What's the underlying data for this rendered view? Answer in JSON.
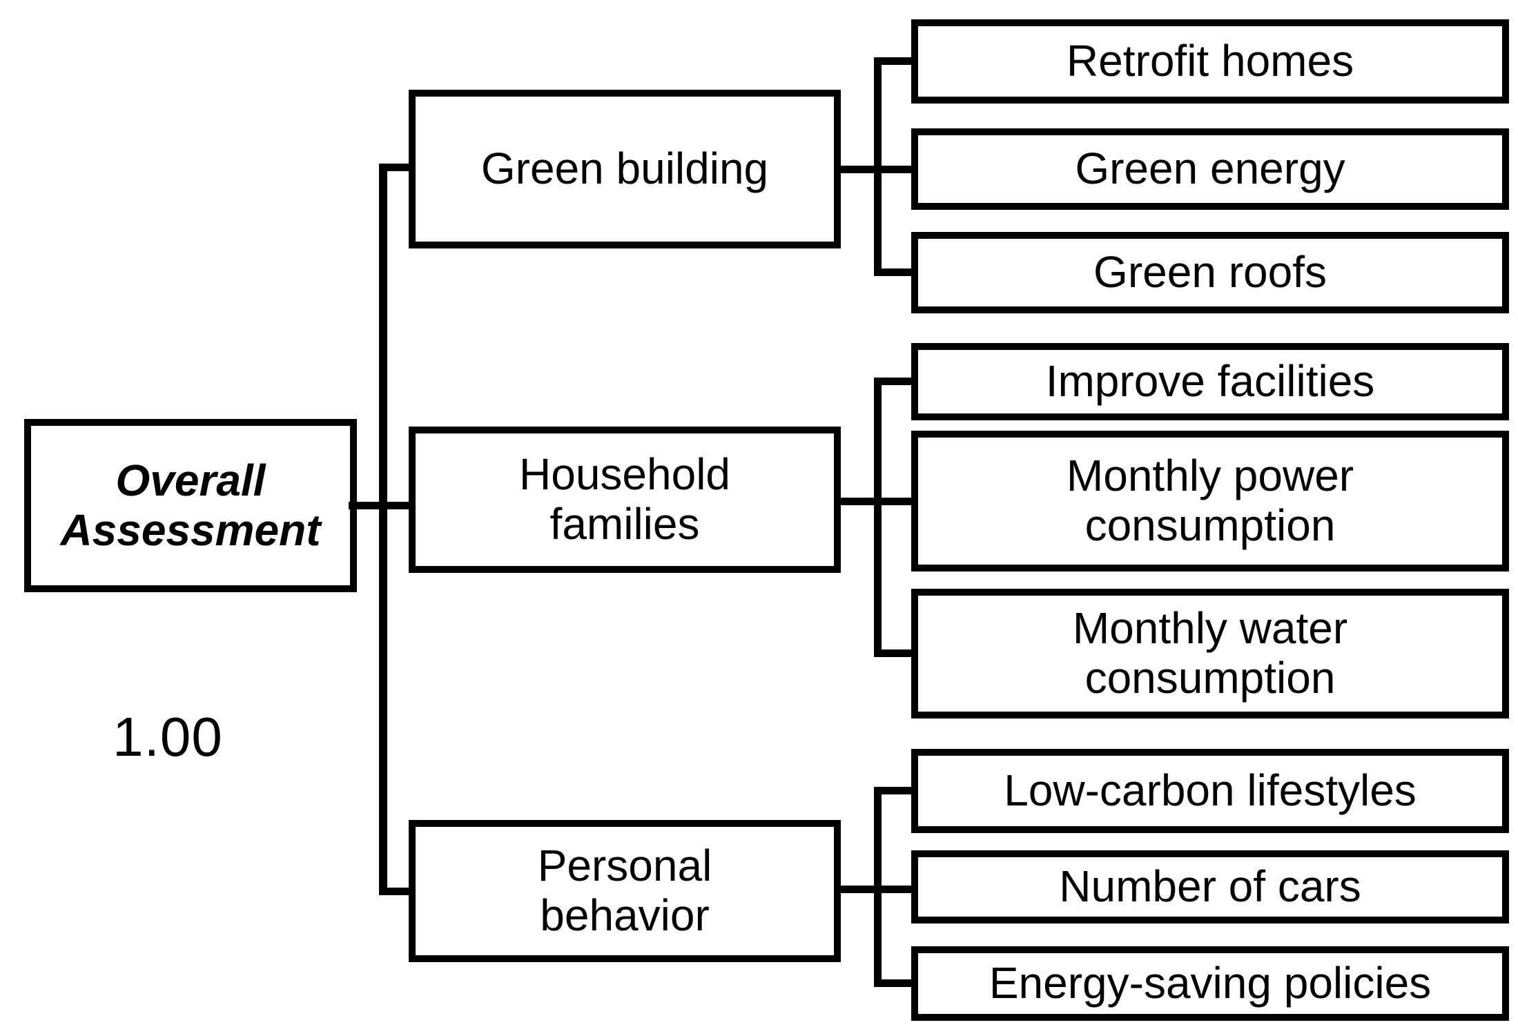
{
  "figure": {
    "type": "hierarchy-diagram",
    "orientation": "left-to-right",
    "colors": {
      "background": "#ffffff",
      "line": "#000000",
      "box_border": "#000000",
      "box_fill": "#ffffff",
      "text": "#000000"
    },
    "root": {
      "label": "Overall Assessment",
      "weight": "1.00"
    },
    "criteria": [
      {
        "label": "Green building",
        "subcriteria": [
          {
            "label": "Retrofit homes"
          },
          {
            "label": "Green energy"
          },
          {
            "label": "Green roofs"
          }
        ]
      },
      {
        "label": "Household families",
        "subcriteria": [
          {
            "label": "Improve facilities"
          },
          {
            "label": "Monthly power consumption"
          },
          {
            "label": "Monthly water consumption"
          }
        ]
      },
      {
        "label": "Personal behavior",
        "subcriteria": [
          {
            "label": "Low-carbon lifestyles"
          },
          {
            "label": "Number of cars"
          },
          {
            "label": "Energy-saving policies"
          }
        ]
      }
    ]
  }
}
